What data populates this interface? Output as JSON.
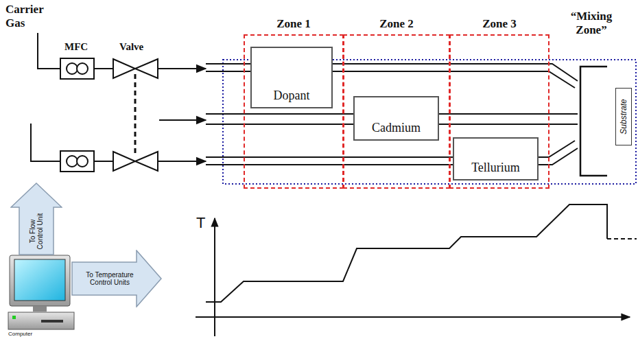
{
  "diagram": {
    "nodes": [
      {
        "text": [
          "Zone 1"
        ]
      },
      {
        "text": [
          "Dopant"
        ],
        "in": 0
      },
      {
        "text": [
          "Zone 2"
        ]
      },
      {
        "text": [
          "Cadmium"
        ],
        "in": 2
      },
      {
        "text": [
          "Zone 3"
        ]
      },
      {
        "text": [
          "Tellurium"
        ],
        "in": 4
      },
      {
        "text": [
          "Substrate"
        ]
      },
      {
        "text": [
          "To Flow Control Unit"
        ]
      },
      {
        "text": [
          "To Temperature Control Units"
        ]
      }
    ],
    "labels": [
      "Carrier Gas",
      "MFC",
      "Valve",
      "“Mixing Zone”",
      "T",
      "Computer"
    ]
  }
}
